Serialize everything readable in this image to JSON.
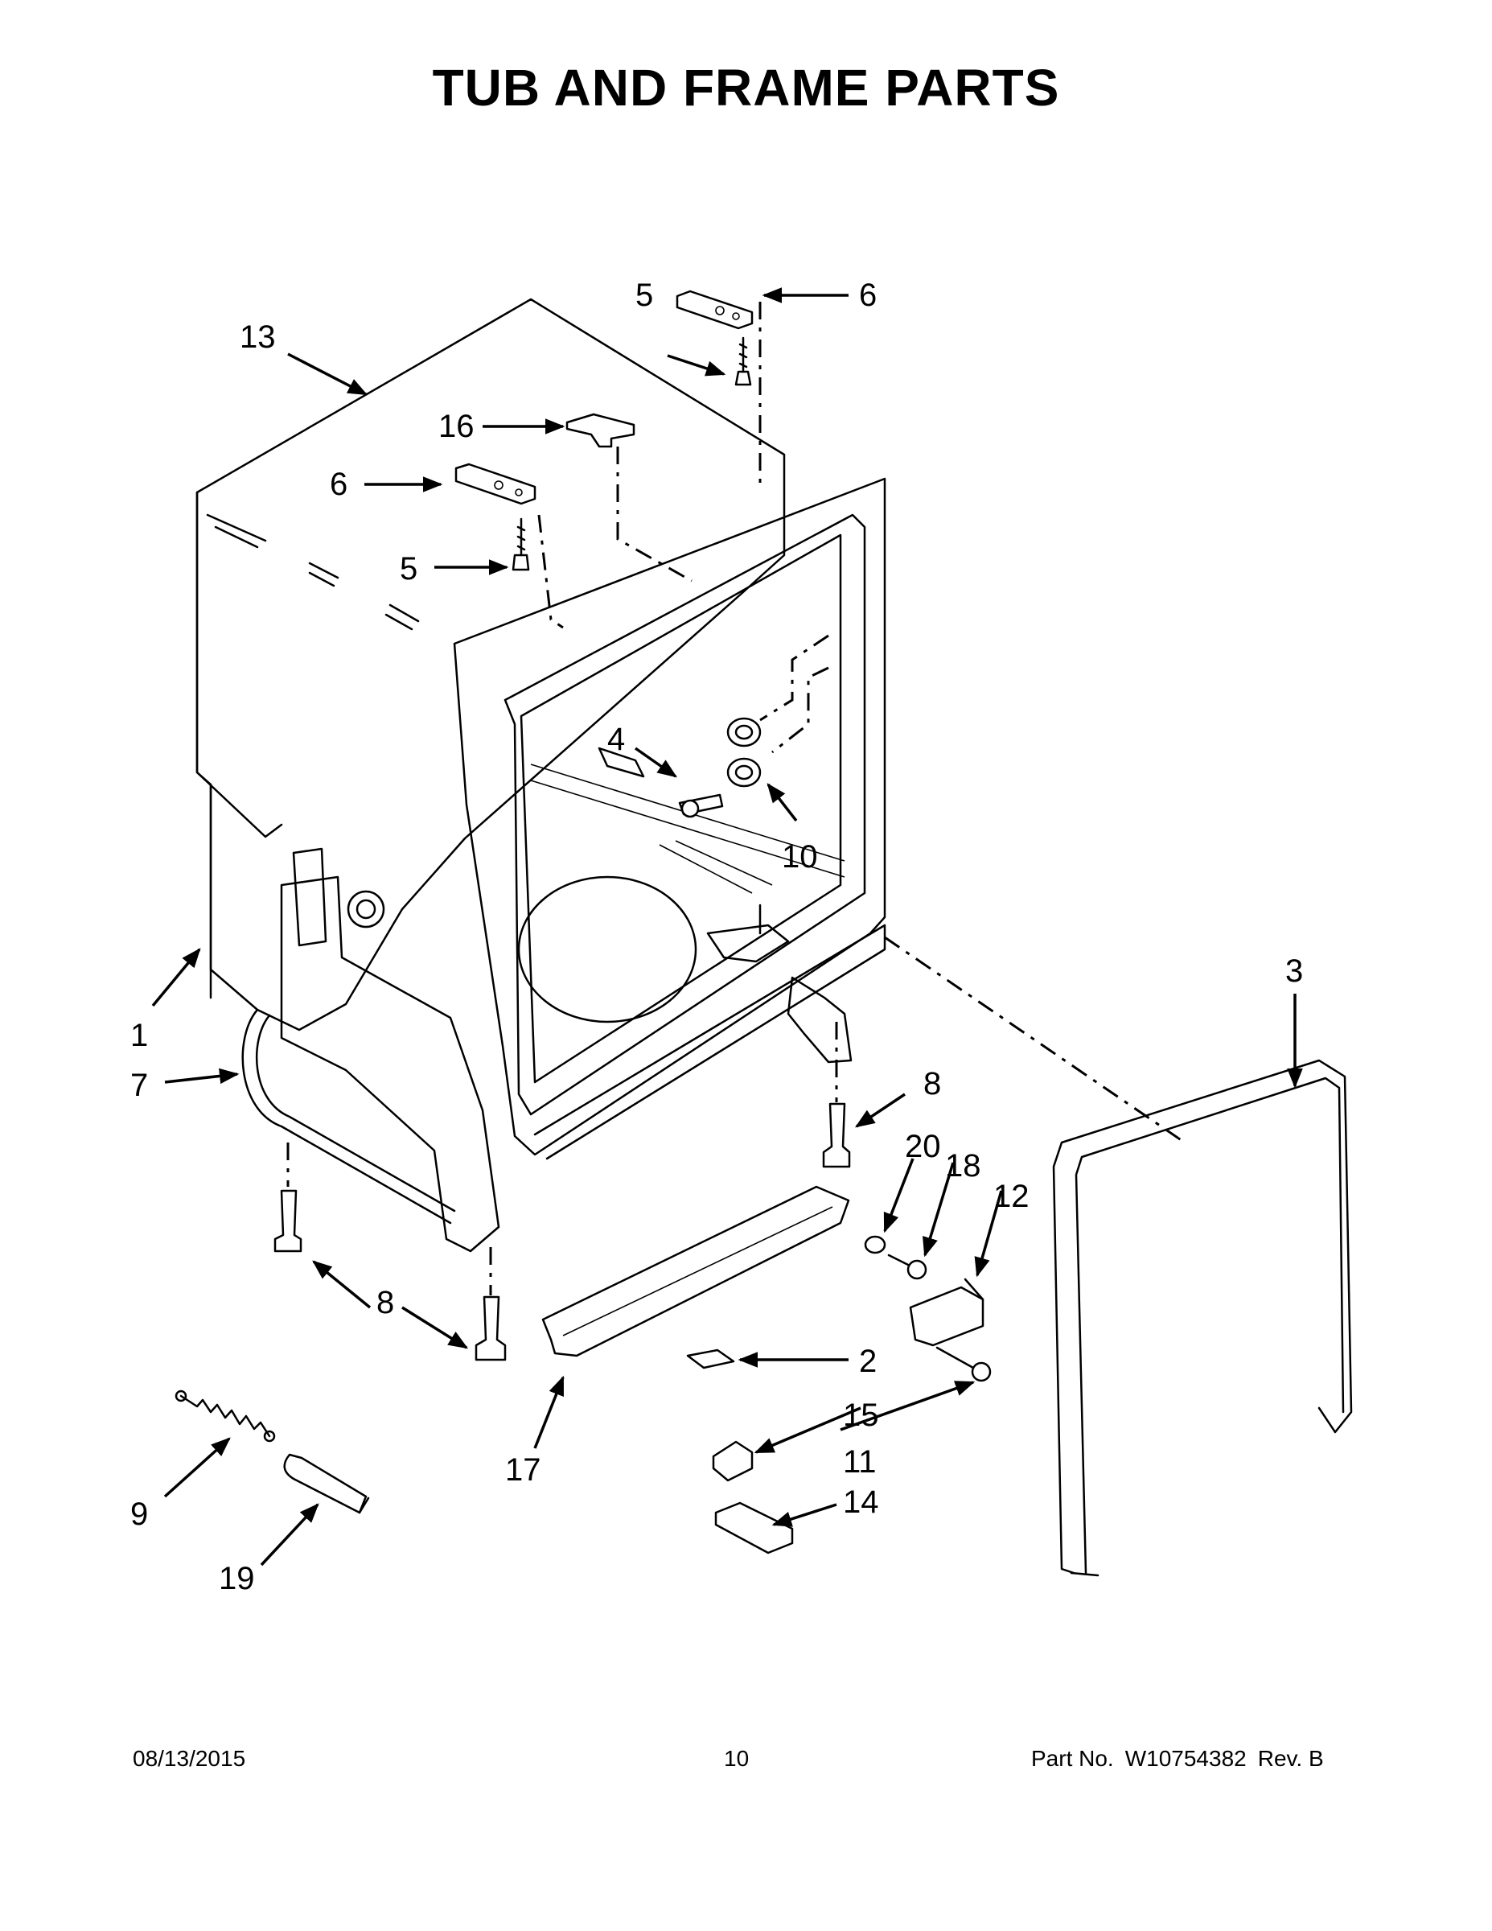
{
  "title": "TUB AND FRAME PARTS",
  "callouts": {
    "c1": "1",
    "c2": "2",
    "c3": "3",
    "c4": "4",
    "c5a": "5",
    "c5b": "5",
    "c6a": "6",
    "c6b": "6",
    "c7": "7",
    "c8a": "8",
    "c8b": "8",
    "c9": "9",
    "c10": "10",
    "c11": "11",
    "c12": "12",
    "c13": "13",
    "c14": "14",
    "c15": "15",
    "c16": "16",
    "c17": "17",
    "c18": "18",
    "c19": "19",
    "c20": "20"
  },
  "footer": {
    "date": "08/13/2015",
    "page": "10",
    "part_label": "Part No.",
    "part_number": "W10754382",
    "rev": "Rev.  B"
  }
}
